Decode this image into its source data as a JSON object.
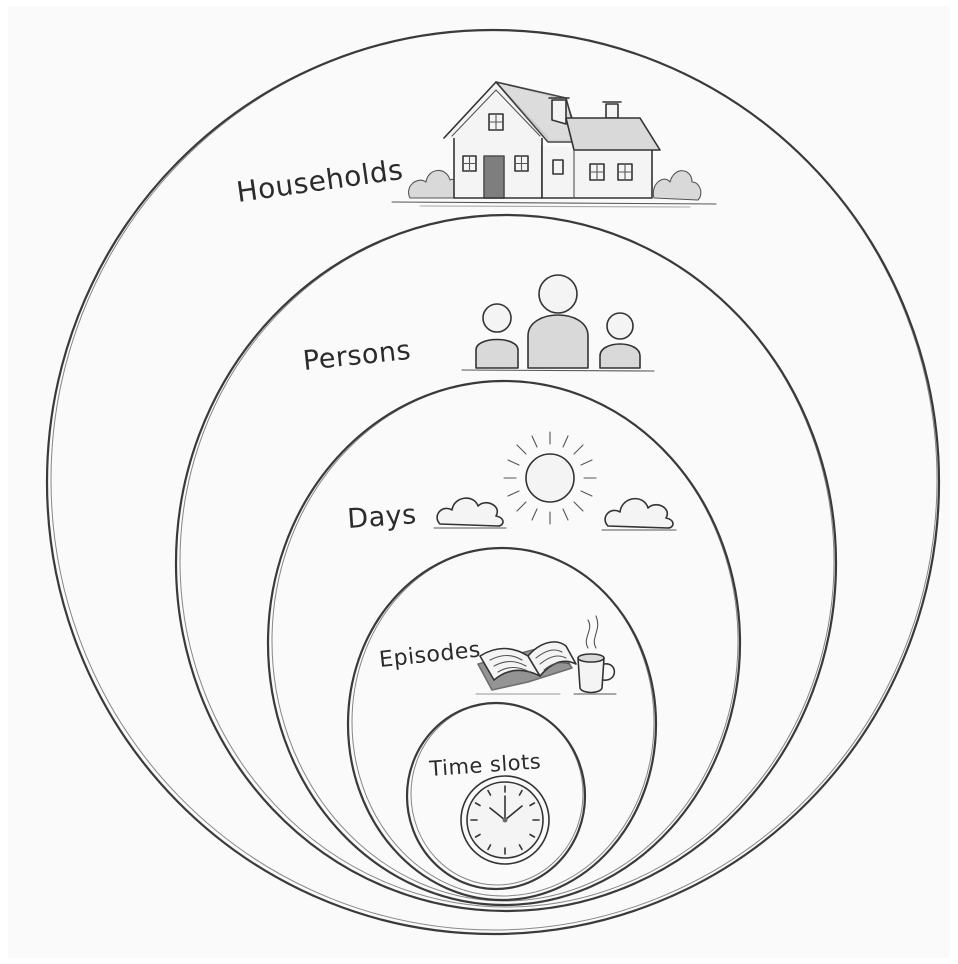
{
  "diagram": {
    "levels": [
      {
        "key": "households",
        "label": "Households",
        "icon": "house-icon"
      },
      {
        "key": "persons",
        "label": "Persons",
        "icon": "people-icon"
      },
      {
        "key": "days",
        "label": "Days",
        "icon": "sun-icon"
      },
      {
        "key": "episodes",
        "label": "Episodes",
        "icon": "book-and-cup-icon"
      },
      {
        "key": "time_slots",
        "label": "Time slots",
        "icon": "clock-icon"
      }
    ],
    "colors": {
      "background": "#fafafa",
      "ink": "#333333"
    }
  }
}
